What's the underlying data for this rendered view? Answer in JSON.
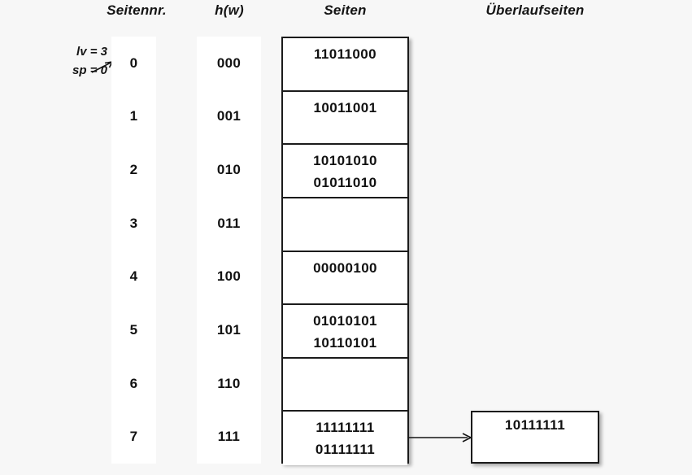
{
  "headers": {
    "seitennr": "Seitennr.",
    "hw": "h(w)",
    "seiten": "Seiten",
    "ueberlaufseiten": "Überlaufseiten"
  },
  "state": {
    "lv": "lv = 3",
    "sp": "sp = 0"
  },
  "colors": {
    "page_background": "#f7f7f7",
    "box_background": "#ffffff",
    "border": "#1b1b1b",
    "text": "#111111"
  },
  "rows": [
    {
      "seitennr": "0",
      "hw": "000",
      "entries": [
        "11011000"
      ]
    },
    {
      "seitennr": "1",
      "hw": "001",
      "entries": [
        "10011001"
      ]
    },
    {
      "seitennr": "2",
      "hw": "010",
      "entries": [
        "10101010",
        "01011010"
      ]
    },
    {
      "seitennr": "3",
      "hw": "011",
      "entries": []
    },
    {
      "seitennr": "4",
      "hw": "100",
      "entries": [
        "00000100"
      ]
    },
    {
      "seitennr": "5",
      "hw": "101",
      "entries": [
        "01010101",
        "10110101"
      ]
    },
    {
      "seitennr": "6",
      "hw": "110",
      "entries": []
    },
    {
      "seitennr": "7",
      "hw": "111",
      "entries": [
        "11111111",
        "01111111"
      ]
    }
  ],
  "overflow": {
    "entries": [
      "10111111"
    ],
    "source_row": "7"
  }
}
